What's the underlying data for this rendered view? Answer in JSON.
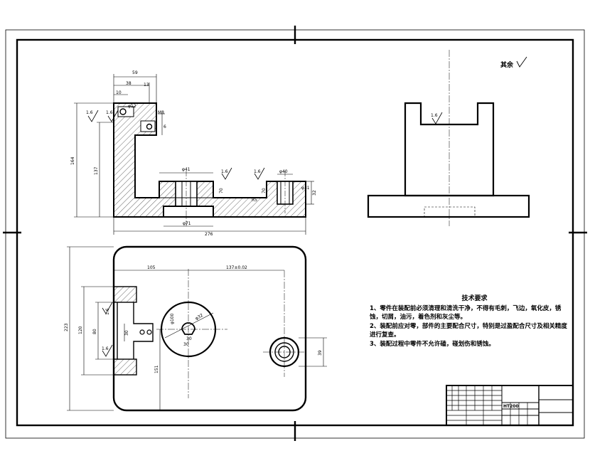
{
  "front_view": {
    "dims": {
      "top_59": "59",
      "top_38": "38",
      "top_13": "13",
      "top_10": "10",
      "phi12": "φ12",
      "m8": "M8",
      "h6": "6",
      "total_164": "164",
      "inner_137": "137",
      "phi41": "φ41",
      "phi40": "φ40",
      "phi31": "φ31",
      "h32": "32",
      "h70a": "70",
      "h70b": "70",
      "r5": "R5",
      "phi71": "φ71",
      "width_276": "276"
    },
    "roughness": [
      "1.6",
      "1.6",
      "1.6",
      "1.6"
    ]
  },
  "plan_view": {
    "dims": {
      "d105": "105",
      "d137": "137±0.02",
      "h223": "223",
      "h120": "120",
      "h80": "80",
      "h151": "151",
      "h30": "30",
      "h39": "39",
      "phi100": "φ100",
      "phi32": "φ32",
      "r30": "30",
      "w30": "30"
    },
    "roughness": [
      "1.6",
      "1.6"
    ]
  },
  "side_view": {
    "roughness": "1.6",
    "rest_label": "其余"
  },
  "tech_notes": {
    "title": "技术要求",
    "items": [
      "1、零件在装配前必须清理和清洗干净，不得有毛刺，飞边，氧化皮，锈蚀，切屑，油污，着色剂和灰尘等。",
      "2、装配前应对零，部件的主要配合尺寸，特别是过盈配合尺寸及相关精度进行复查。",
      "3、装配过程中零件不允许磕，碰划伤和锈蚀。"
    ]
  },
  "title_block": {
    "material": "HT200"
  }
}
